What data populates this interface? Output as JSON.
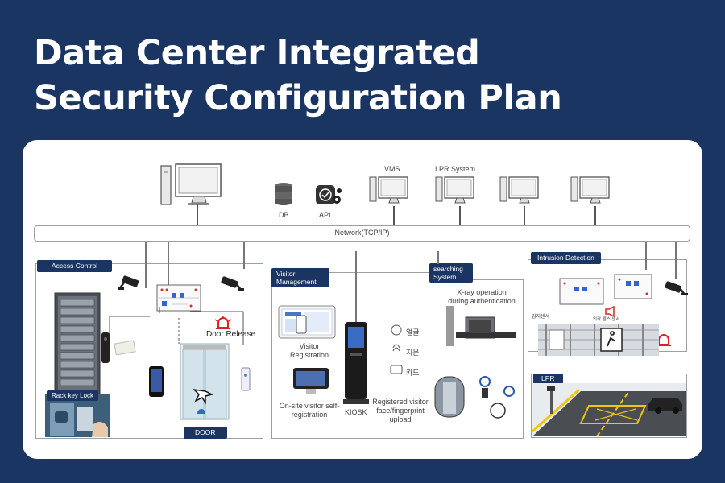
{
  "title": {
    "line1": "Data Center Integrated",
    "line2": "Security Configuration Plan"
  },
  "top": {
    "db_label": "DB",
    "api_label": "API",
    "vms_label": "VMS",
    "lpr_system_label": "LPR System",
    "network_label": "Network(TCP/IP)"
  },
  "access_control": {
    "tag": "Access Control",
    "door_release": "Door Release",
    "rack_key_lock": "Rack key Lock",
    "door": "DOOR"
  },
  "visitor": {
    "tag": "Visitor Management",
    "registration": "Visitor Registration",
    "self_registration": "On-site visitor self-registration",
    "kiosk": "KIOSK",
    "upload": "Registered visitor face/fingerprint upload",
    "face_ko": "얼굴",
    "finger_ko": "지문",
    "card_ko": "카드"
  },
  "searching": {
    "tag": "searching System",
    "xray": "X-ray operation during authentication"
  },
  "intrusion": {
    "tag": "Intrusion Detection",
    "sensor_ko": "감지센서",
    "sensor_ko2": "외곽 펜스 센서"
  },
  "lpr": {
    "tag": "LPR"
  },
  "icons": [
    "monitor-icon",
    "database-icon",
    "api-gear-icon",
    "cctv-camera-icon",
    "controller-icon",
    "alarm-icon",
    "kiosk-icon",
    "xray-scanner-icon",
    "speed-gate-icon",
    "fence-icon",
    "car-icon"
  ]
}
